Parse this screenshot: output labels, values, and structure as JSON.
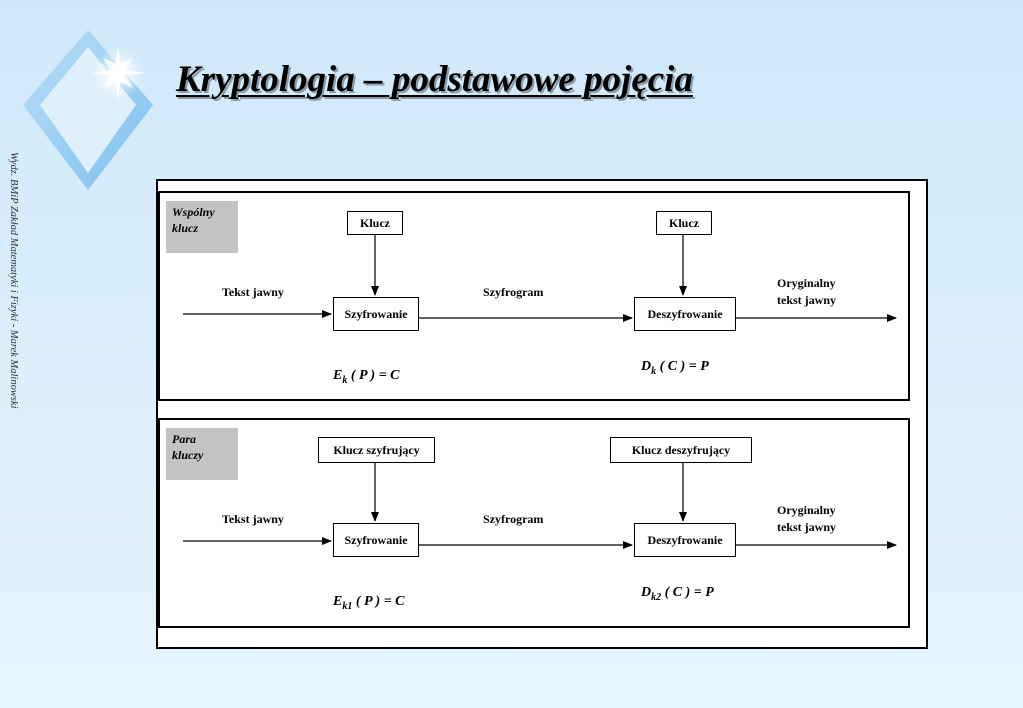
{
  "title": "Kryptologia – podstawowe pojęcia",
  "side_text": "Wydz. BMiP Zakład Matematyki i Fizyki - Marek Malinowski",
  "logo": {
    "icon": "diamond-star-logo",
    "colors": [
      "#8ec8f0",
      "#ffffff"
    ]
  },
  "panels": [
    {
      "tag": [
        "Wspólny",
        "klucz"
      ],
      "key_left": "Klucz",
      "key_right": "Klucz",
      "input_label": "Tekst jawny",
      "encrypt": "Szyfrowanie",
      "ciphertext_label": "Szyfrogram",
      "decrypt": "Deszyfrowanie",
      "output_label": [
        "Oryginalny",
        "tekst jawny"
      ],
      "formula_left": {
        "fn": "E",
        "sub": "k",
        "rest": " ( P ) = C"
      },
      "formula_right": {
        "fn": "D",
        "sub": "k",
        "rest": " ( C ) = P"
      }
    },
    {
      "tag": [
        "Para",
        "kluczy"
      ],
      "key_left": "Klucz szyfrujący",
      "key_right": "Klucz deszyfrujący",
      "input_label": "Tekst jawny",
      "encrypt": "Szyfrowanie",
      "ciphertext_label": "Szyfrogram",
      "decrypt": "Deszyfrowanie",
      "output_label": [
        "Oryginalny",
        "tekst jawny"
      ],
      "formula_left": {
        "fn": "E",
        "sub": "k1",
        "rest": " ( P ) = C"
      },
      "formula_right": {
        "fn": "D",
        "sub": "k2",
        "rest": " ( C ) = P"
      }
    }
  ]
}
